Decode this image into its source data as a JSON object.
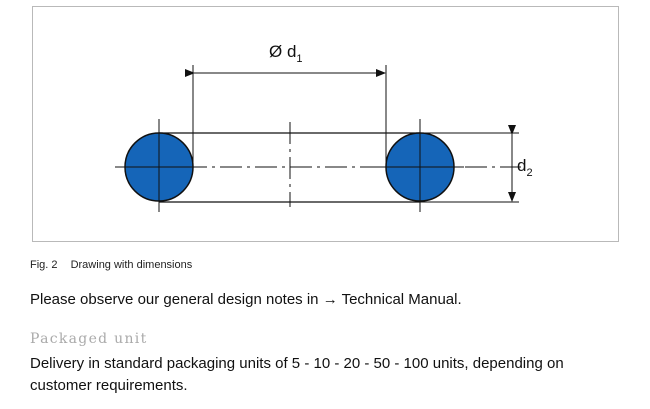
{
  "figure": {
    "dim_outer_symbol": "Ø d",
    "dim_outer_sub": "1",
    "dim_cross_symbol": "d",
    "dim_cross_sub": "2",
    "ring_color": "#1565b8",
    "line_color": "#111111"
  },
  "caption": {
    "number": "Fig. 2",
    "text": "Drawing with dimensions"
  },
  "note": {
    "text": "Please observe our general design notes in → Technical Manual."
  },
  "packaged_unit": {
    "heading": "Packaged unit",
    "text": "Delivery in standard packaging units of 5 - 10 - 20 - 50 - 100 units, depending on customer requirements."
  }
}
